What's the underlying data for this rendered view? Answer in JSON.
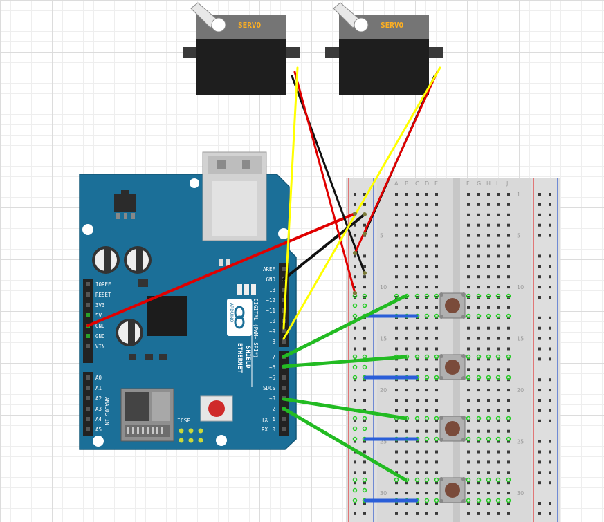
{
  "servos": [
    {
      "label": "SERVO"
    },
    {
      "label": "SERVO"
    }
  ],
  "shield": {
    "name_line1": "ETHERNET",
    "name_line2": "SHIELD",
    "brand": "ARDUINO",
    "icsp": "ICSP",
    "digital_label": "DIGITAL (PWM~ SPI*)",
    "analog_label": "ANALOG IN",
    "tx_label": "TX",
    "rx_label": "RX",
    "power_pins": [
      "IOREF",
      "RESET",
      "3V3",
      "5V",
      "GND",
      "GND",
      "VIN"
    ],
    "analog_pins": [
      "A0",
      "A1",
      "A2",
      "A3",
      "A4",
      "A5"
    ],
    "top_pins": [
      "AREF",
      "GND",
      "~13",
      "~12",
      "~11",
      "~10",
      "~9",
      "8"
    ],
    "bottom_pins": [
      "7",
      "~6",
      "~5",
      "SDCS",
      "~3",
      "2",
      "1",
      "0"
    ],
    "colors": {
      "board": "#1b6f98",
      "silk": "#ffffff"
    }
  },
  "breadboard": {
    "columns_left": [
      "A",
      "B",
      "C",
      "D",
      "E"
    ],
    "columns_right": [
      "F",
      "G",
      "H",
      "I",
      "J"
    ],
    "row_markers": [
      "1",
      "5",
      "10",
      "15",
      "20",
      "25",
      "30"
    ]
  },
  "wire_colors": {
    "signal": "#ffff00",
    "power": "#e00000",
    "ground": "#111111",
    "buttons": "#22bb22",
    "links": "#2a5ed8"
  }
}
